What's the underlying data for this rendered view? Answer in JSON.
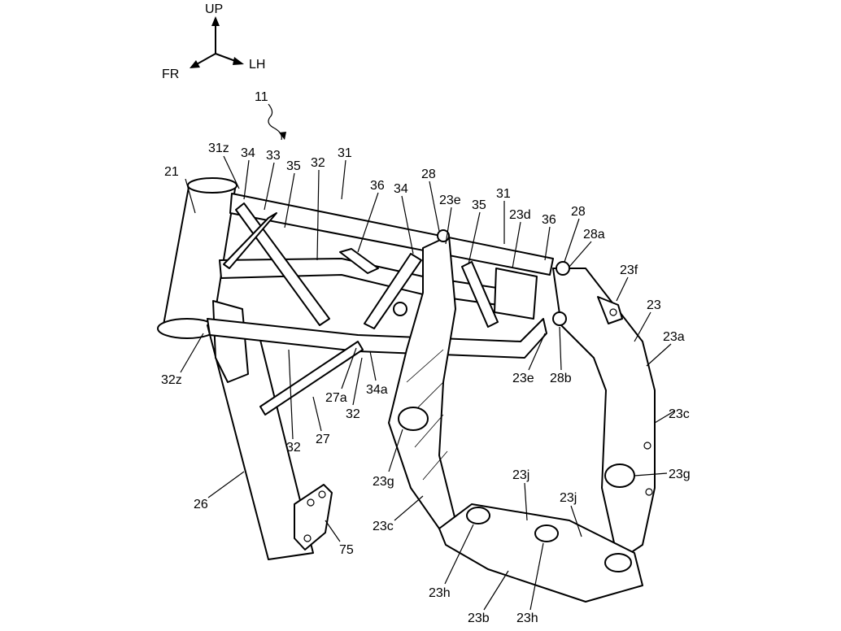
{
  "axes": {
    "up": "UP",
    "front": "FR",
    "left": "LH"
  },
  "labels": {
    "frame": "11",
    "head_pipe": "21",
    "l31z": "31z",
    "l34_a": "34",
    "l33": "33",
    "l35_a": "35",
    "l32_a": "32",
    "l31_a": "31",
    "l36_a": "36",
    "l34_b": "34",
    "l28_a": "28",
    "l23e_a": "23e",
    "l35_b": "35",
    "l31_b": "31",
    "l23d": "23d",
    "l36_b": "36",
    "l28_b": "28",
    "l28a": "28a",
    "l23f": "23f",
    "l23": "23",
    "l23a": "23a",
    "l32z": "32z",
    "l23e_b": "23e",
    "l28b": "28b",
    "l27a": "27a",
    "l34a": "34a",
    "l32_b": "32",
    "l23c_a": "23c",
    "l32_c": "32",
    "l27": "27",
    "l23g_a": "23g",
    "l23g_b": "23g",
    "l23j_a": "23j",
    "l26": "26",
    "l23j_b": "23j",
    "l23c_b": "23c",
    "l75": "75",
    "l23h_a": "23h",
    "l23b": "23b",
    "l23h_b": "23h"
  }
}
